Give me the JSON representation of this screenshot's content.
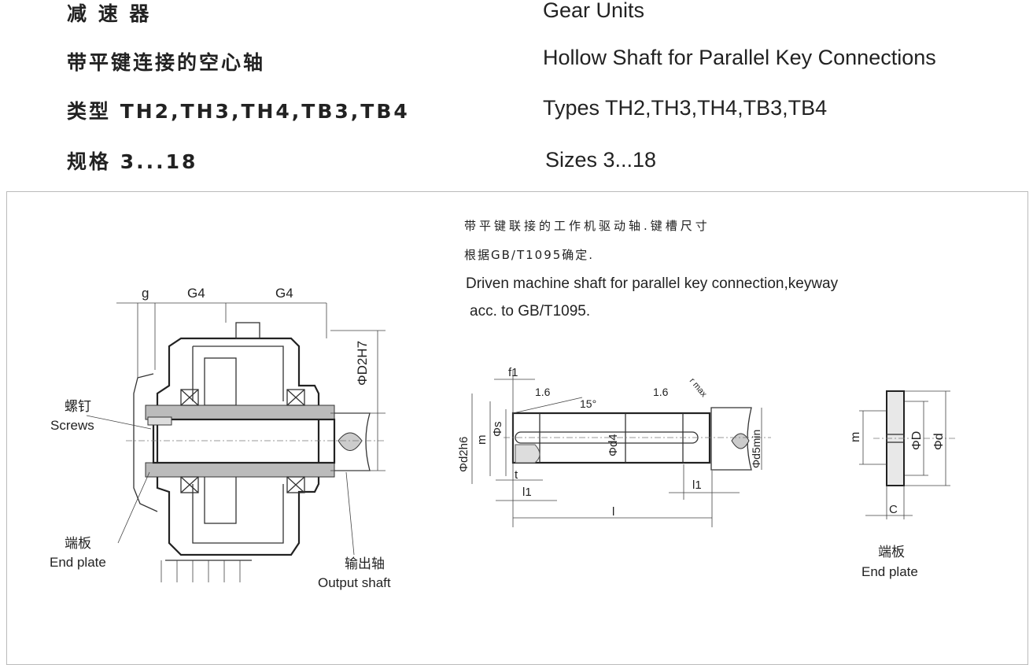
{
  "header": {
    "cn": [
      "减 速 器",
      "带平键连接的空心轴",
      "类型 TH2,TH3,TH4,TB3,TB4",
      "规格 3...18"
    ],
    "en": [
      "Gear Units",
      "Hollow Shaft for Parallel Key Connections",
      "Types TH2,TH3,TH4,TB3,TB4",
      "Sizes 3...18"
    ]
  },
  "note": {
    "cn_line1": "带平键联接的工作机驱动轴.键槽尺寸",
    "cn_line2": "根据GB/T1095确定.",
    "en_line1": "Driven machine shaft for parallel key connection,keyway",
    "en_line2": "acc. to GB/T1095."
  },
  "left_drawing": {
    "g": "g",
    "G4a": "G4",
    "G4b": "G4",
    "D2": "ΦD2H7",
    "screws_cn": "螺钉",
    "screws_en": "Screws",
    "endplate_cn": "端板",
    "endplate_en": "End plate",
    "output_cn": "输出轴",
    "output_en": "Output shaft"
  },
  "shaft_drawing": {
    "f1": "f1",
    "rough1": "1.6",
    "angle": "15°",
    "rough2": "1.6",
    "rmax": "r max",
    "d2": "Φd2h6",
    "m": "m",
    "s": "Φs",
    "d4": "Φd4",
    "d5": "Φd5min",
    "t": "t",
    "l1a": "l1",
    "l1b": "l1",
    "l": "l"
  },
  "endplate_drawing": {
    "m": "m",
    "D": "ΦD",
    "d": "Φd",
    "C": "C",
    "label_cn": "端板",
    "label_en": "End plate"
  }
}
